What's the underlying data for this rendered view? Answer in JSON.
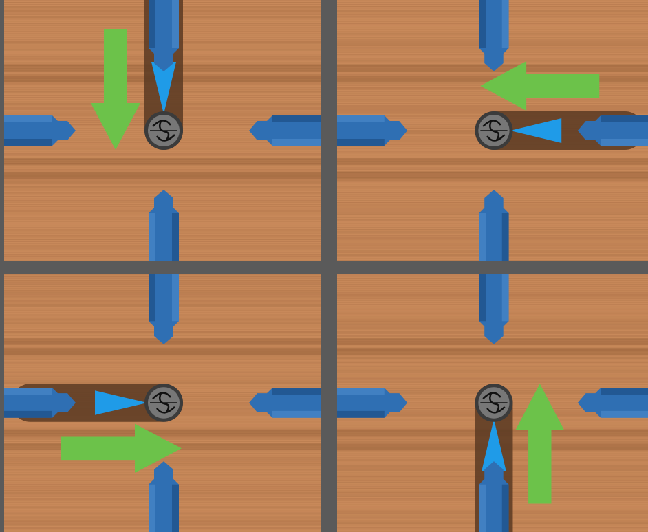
{
  "colors": {
    "background": "#5a5a5a",
    "wood": "#c8895a",
    "wood_dark": "#8a5530",
    "pipe": "#2f6fb3",
    "pipe_dark": "#1c4f86",
    "flow": "#1f9be8",
    "arrow": "#6cc24a",
    "channel": "#5a3a22",
    "pivot": "#777777"
  },
  "panels": [
    {
      "id": "top-left",
      "channel": "up",
      "arrow": "down"
    },
    {
      "id": "top-right",
      "channel": "right",
      "arrow": "left"
    },
    {
      "id": "bottom-left",
      "channel": "left",
      "arrow": "right"
    },
    {
      "id": "bottom-right",
      "channel": "down",
      "arrow": "up"
    }
  ]
}
